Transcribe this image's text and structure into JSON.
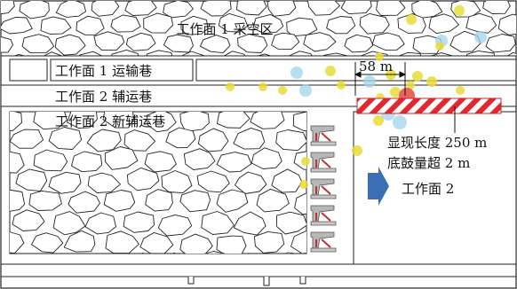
{
  "labels": {
    "goaf": "工作面 1 采空区",
    "haulage": "工作面 1 运输巷",
    "aux": "工作面 2 辅运巷",
    "new_aux": "工作面 2 新辅运巷",
    "dist": "58 m",
    "length": "显现长度 250 m",
    "heave": "底鼓量超 2 m",
    "face2": "工作面 2"
  },
  "colors": {
    "yellow_event": "#e8dc3a",
    "blue_event": "#9fd3ec",
    "red_event": "#e8493f",
    "hatch_red": "#e0282e",
    "arrow_blue": "#3a6fb5",
    "rock_stroke": "#222222"
  },
  "icons": {
    "support_unit": "hydraulic-support-icon",
    "advance_arrow": "advance-arrow-icon"
  }
}
